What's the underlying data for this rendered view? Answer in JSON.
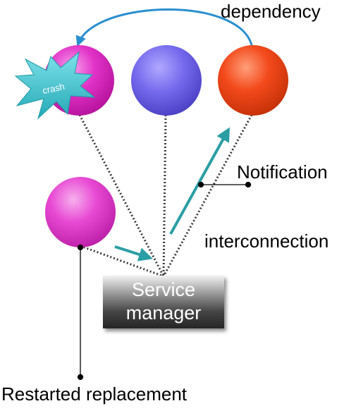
{
  "labels": {
    "dependency": "dependency",
    "notification": "Notification",
    "interconnection": "interconnection",
    "restarted_replacement": "Restarted replacement",
    "crash": "crash"
  },
  "service_manager": {
    "line1": "Service",
    "line2": "manager"
  },
  "colors": {
    "magenta_service": "#e233c8",
    "purple_service": "#7468ec",
    "orange_service": "#f34a1c",
    "replacement_service": "#e84ad4",
    "crash_burst": "#3fc4d0",
    "arrow_teal": "#2a9ea4",
    "dependency_arrow": "#2a8fd0"
  }
}
